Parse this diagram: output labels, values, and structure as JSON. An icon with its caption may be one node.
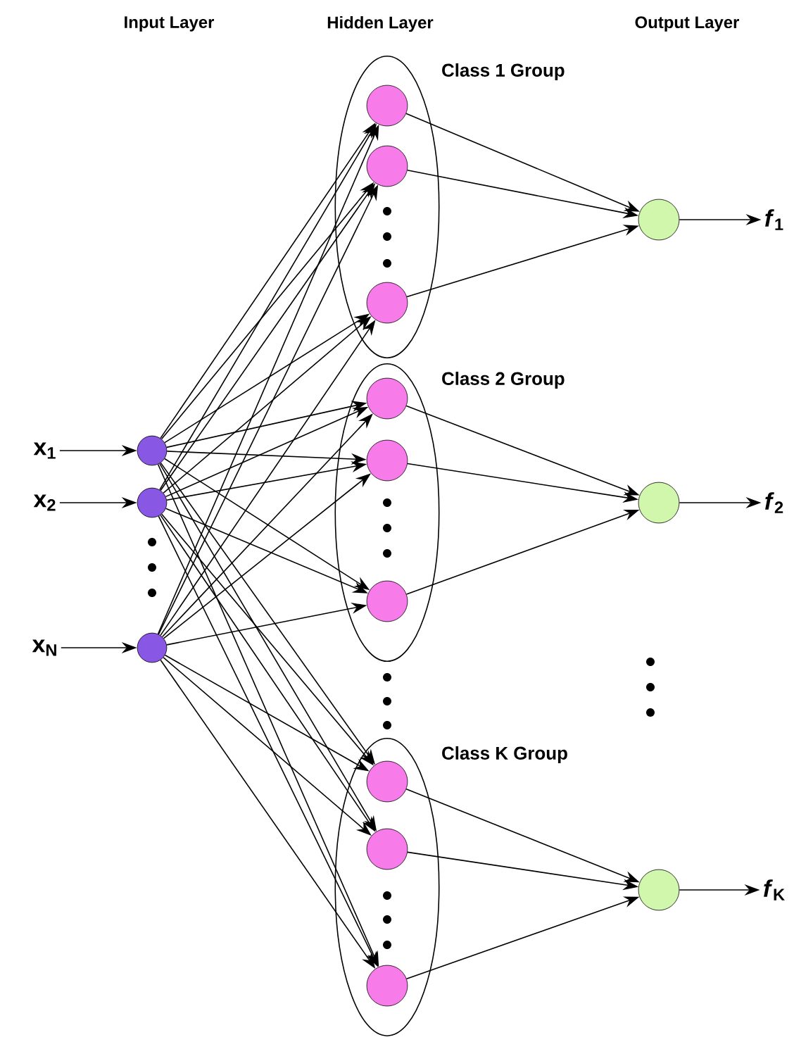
{
  "diagram": {
    "nodes": [
      {
        "text": [
          "x$_{1}$"
        ]
      },
      {
        "text": [
          "x$_{2}$"
        ]
      },
      {
        "text": [
          "x$_{N}$"
        ]
      },
      {
        "text": [],
        "shape": "circle"
      },
      {
        "text": [],
        "shape": "circle"
      },
      {
        "text": [],
        "shape": "circle"
      },
      {
        "text": [
          "Class 1 Group"
        ]
      },
      {
        "text": [],
        "shape": "circle",
        "in": 6
      },
      {
        "text": [],
        "shape": "circle",
        "in": 6
      },
      {
        "text": [],
        "shape": "circle",
        "in": 6
      },
      {
        "text": [
          "Class 2 Group"
        ]
      },
      {
        "text": [],
        "shape": "circle",
        "in": 10
      },
      {
        "text": [],
        "shape": "circle",
        "in": 10
      },
      {
        "text": [],
        "shape": "circle",
        "in": 10
      },
      {
        "text": [
          "Class K Group"
        ]
      },
      {
        "text": [],
        "shape": "circle",
        "in": 14
      },
      {
        "text": [],
        "shape": "circle",
        "in": 14
      },
      {
        "text": [],
        "shape": "circle",
        "in": 14
      },
      {
        "text": [],
        "shape": "circle"
      },
      {
        "text": [],
        "shape": "circle"
      },
      {
        "text": [],
        "shape": "circle"
      },
      {
        "text": [
          "*f*$_{1}$"
        ]
      },
      {
        "text": [
          "*f*$_{2}$"
        ]
      },
      {
        "text": [
          "*f*$_{K}$"
        ]
      }
    ],
    "edges": [
      {
        "from": 0,
        "to": 3,
        "arrow": "to"
      },
      {
        "from": 1,
        "to": 4,
        "arrow": "to"
      },
      {
        "from": 2,
        "to": 5,
        "arrow": "to"
      },
      {
        "from": 3,
        "to": 7,
        "arrow": "to"
      },
      {
        "from": 3,
        "to": 8,
        "arrow": "to"
      },
      {
        "from": 3,
        "to": 9,
        "arrow": "to"
      },
      {
        "from": 3,
        "to": 11,
        "arrow": "to"
      },
      {
        "from": 3,
        "to": 12,
        "arrow": "to"
      },
      {
        "from": 3,
        "to": 13,
        "arrow": "to"
      },
      {
        "from": 3,
        "to": 15,
        "arrow": "to"
      },
      {
        "from": 3,
        "to": 16,
        "arrow": "to"
      },
      {
        "from": 3,
        "to": 17,
        "arrow": "to"
      },
      {
        "from": 4,
        "to": 7,
        "arrow": "to"
      },
      {
        "from": 4,
        "to": 8,
        "arrow": "to"
      },
      {
        "from": 4,
        "to": 9,
        "arrow": "to"
      },
      {
        "from": 4,
        "to": 11,
        "arrow": "to"
      },
      {
        "from": 4,
        "to": 12,
        "arrow": "to"
      },
      {
        "from": 4,
        "to": 13,
        "arrow": "to"
      },
      {
        "from": 4,
        "to": 15,
        "arrow": "to"
      },
      {
        "from": 4,
        "to": 16,
        "arrow": "to"
      },
      {
        "from": 4,
        "to": 17,
        "arrow": "to"
      },
      {
        "from": 5,
        "to": 7,
        "arrow": "to"
      },
      {
        "from": 5,
        "to": 8,
        "arrow": "to"
      },
      {
        "from": 5,
        "to": 9,
        "arrow": "to"
      },
      {
        "from": 5,
        "to": 11,
        "arrow": "to"
      },
      {
        "from": 5,
        "to": 12,
        "arrow": "to"
      },
      {
        "from": 5,
        "to": 13,
        "arrow": "to"
      },
      {
        "from": 5,
        "to": 15,
        "arrow": "to"
      },
      {
        "from": 5,
        "to": 16,
        "arrow": "to"
      },
      {
        "from": 5,
        "to": 17,
        "arrow": "to"
      },
      {
        "from": 7,
        "to": 18,
        "arrow": "to"
      },
      {
        "from": 8,
        "to": 18,
        "arrow": "to"
      },
      {
        "from": 9,
        "to": 18,
        "arrow": "to"
      },
      {
        "from": 11,
        "to": 19,
        "arrow": "to"
      },
      {
        "from": 12,
        "to": 19,
        "arrow": "to"
      },
      {
        "from": 13,
        "to": 19,
        "arrow": "to"
      },
      {
        "from": 15,
        "to": 20,
        "arrow": "to"
      },
      {
        "from": 16,
        "to": 20,
        "arrow": "to"
      },
      {
        "from": 17,
        "to": 20,
        "arrow": "to"
      },
      {
        "from": 18,
        "to": 21,
        "arrow": "to"
      },
      {
        "from": 19,
        "to": 22,
        "arrow": "to"
      },
      {
        "from": 20,
        "to": 23,
        "arrow": "to"
      }
    ],
    "labels": [
      "Input Layer",
      "Hidden Layer",
      "Output Layer"
    ]
  }
}
